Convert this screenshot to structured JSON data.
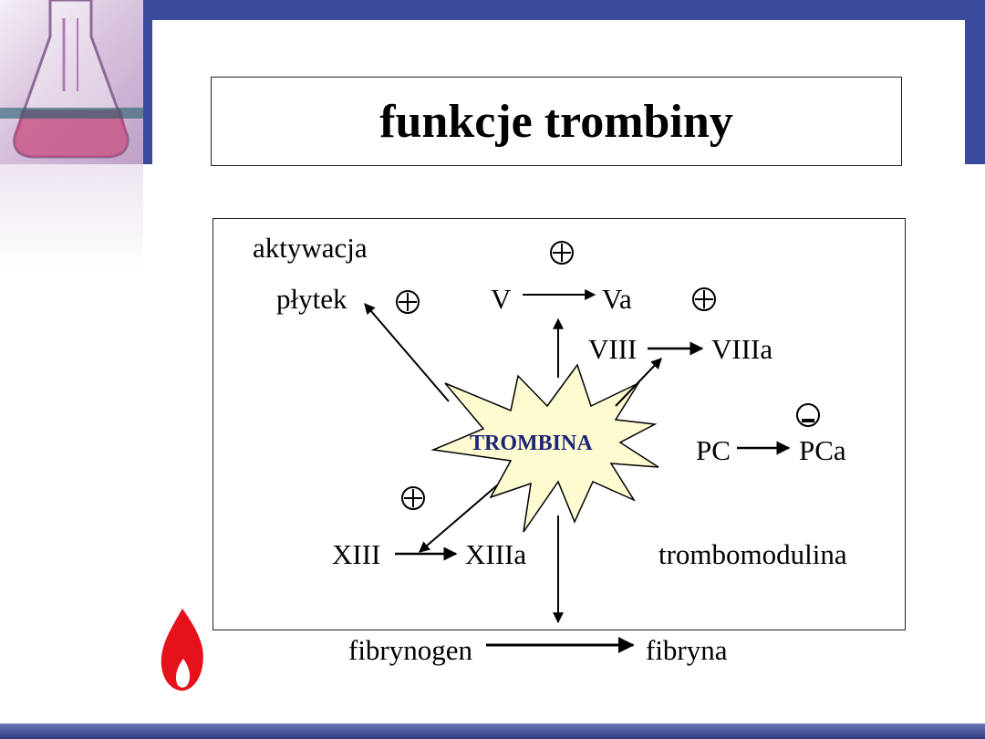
{
  "title": "funkcje trombiny",
  "diagram": {
    "center": "TROMBINA",
    "labels": {
      "aktywacja": "aktywacja",
      "plytek": "płytek",
      "v": "V",
      "va": "Va",
      "viii": "VIII",
      "viiia": "VIIIa",
      "pc": "PC",
      "pca": "PCa",
      "xiii": "XIII",
      "xiiia": "XIIIa",
      "trombomodulina": "trombomodulina",
      "fibrynogen": "fibrynogen",
      "fibryna": "fibryna"
    }
  },
  "colors": {
    "band": "#3b4a9b",
    "star_fill": "#fdfbcf",
    "center_text": "#1b2478",
    "flame": "#e5121b"
  }
}
